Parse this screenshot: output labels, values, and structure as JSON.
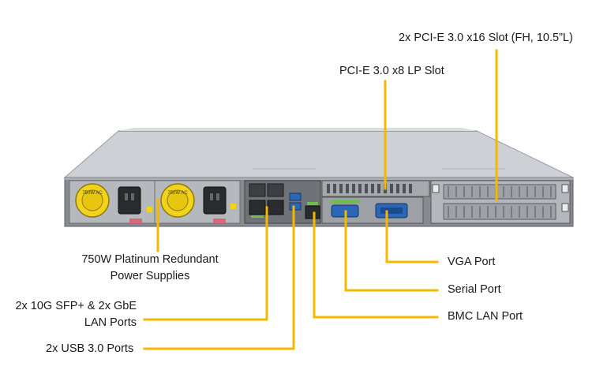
{
  "colors": {
    "callout_line": "#F5B800",
    "chassis_top": "#c9ccd0",
    "chassis_face": "#8e9296",
    "psu_fan": "#f2d21a",
    "port_blue": "#2c66b8",
    "port_green": "#6cc04a"
  },
  "labels": {
    "pcie_x16": "2x PCI-E 3.0 x16 Slot (FH, 10.5”L)",
    "pcie_x8": "PCI-E 3.0 x8 LP Slot",
    "psu_line1": "750W Platinum Redundant",
    "psu_line2": "Power Supplies",
    "lan_line1": "2x 10G SFP+ & 2x GbE",
    "lan_line2": "LAN Ports",
    "usb": "2x USB 3.0 Ports",
    "vga": "VGA Port",
    "serial": "Serial Port",
    "bmc": "BMC LAN Port"
  },
  "psu_fan_text": "750W AC"
}
